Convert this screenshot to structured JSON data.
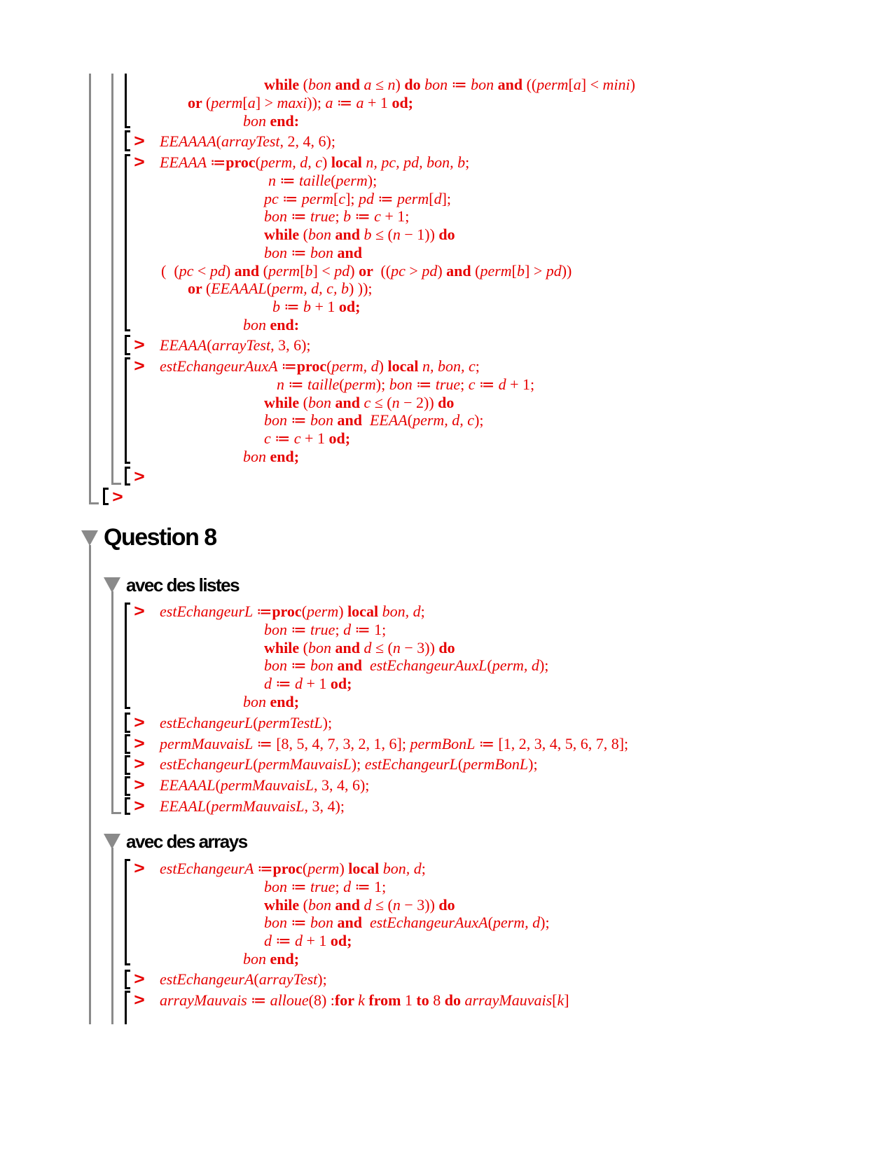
{
  "prompt": ">",
  "section1": {
    "lines": [
      [
        [
          "b",
          "while"
        ],
        [
          "r",
          " ("
        ],
        [
          "i",
          "bon"
        ],
        [
          "b",
          " and "
        ],
        [
          "i",
          "a"
        ],
        [
          "r",
          " ≤ "
        ],
        [
          "i",
          "n"
        ],
        [
          "r",
          ") "
        ],
        [
          "b",
          "do "
        ],
        [
          "i",
          "bon"
        ],
        [
          "r",
          " ≔ "
        ],
        [
          "i",
          "bon"
        ],
        [
          "b",
          " and "
        ],
        [
          "r",
          "(("
        ],
        [
          "i",
          "perm"
        ],
        [
          "r",
          "["
        ],
        [
          "i",
          "a"
        ],
        [
          "r",
          "] < "
        ],
        [
          "i",
          "mini"
        ],
        [
          "r",
          ")"
        ]
      ],
      [
        [
          "b",
          "or "
        ],
        [
          "r",
          "("
        ],
        [
          "i",
          "perm"
        ],
        [
          "r",
          "["
        ],
        [
          "i",
          "a"
        ],
        [
          "r",
          "] > "
        ],
        [
          "i",
          "maxi"
        ],
        [
          "r",
          "));"
        ],
        [
          "i",
          " a"
        ],
        [
          "r",
          " ≔ "
        ],
        [
          "i",
          "a"
        ],
        [
          "r",
          " + 1 "
        ],
        [
          "b",
          "od;"
        ]
      ],
      [
        [
          "i",
          "bon "
        ],
        [
          "b",
          "end:"
        ]
      ],
      [
        [
          "i",
          "EEAAAA"
        ],
        [
          "r",
          "("
        ],
        [
          "i",
          "arrayTest"
        ],
        [
          "r",
          ", 2, 4, 6);"
        ]
      ],
      [
        [
          "i",
          "EEAAA "
        ],
        [
          "r",
          "≔"
        ],
        [
          "b",
          "proc"
        ],
        [
          "r",
          "("
        ],
        [
          "i",
          "perm, d, c"
        ],
        [
          "r",
          ") "
        ],
        [
          "b",
          "local "
        ],
        [
          "i",
          "n, pc, pd, bon, b"
        ],
        [
          "r",
          ";"
        ]
      ],
      [
        [
          "i",
          "n"
        ],
        [
          "r",
          " ≔ "
        ],
        [
          "i",
          "taille"
        ],
        [
          "r",
          "("
        ],
        [
          "i",
          "perm"
        ],
        [
          "r",
          ");"
        ]
      ],
      [
        [
          "i",
          "pc"
        ],
        [
          "r",
          " ≔ "
        ],
        [
          "i",
          "perm"
        ],
        [
          "r",
          "["
        ],
        [
          "i",
          "c"
        ],
        [
          "r",
          "]; "
        ],
        [
          "i",
          "pd"
        ],
        [
          "r",
          " ≔ "
        ],
        [
          "i",
          "perm"
        ],
        [
          "r",
          "["
        ],
        [
          "i",
          "d"
        ],
        [
          "r",
          "];"
        ]
      ],
      [
        [
          "i",
          "bon"
        ],
        [
          "r",
          " ≔ "
        ],
        [
          "i",
          "true"
        ],
        [
          "r",
          "; "
        ],
        [
          "i",
          "b"
        ],
        [
          "r",
          " ≔ "
        ],
        [
          "i",
          "c"
        ],
        [
          "r",
          " + 1;"
        ]
      ],
      [
        [
          "b",
          "while"
        ],
        [
          "r",
          " ("
        ],
        [
          "i",
          "bon"
        ],
        [
          "b",
          " and "
        ],
        [
          "i",
          "b"
        ],
        [
          "r",
          " ≤ ("
        ],
        [
          "i",
          "n"
        ],
        [
          "r",
          " − 1)) "
        ],
        [
          "b",
          "do"
        ]
      ],
      [
        [
          "i",
          "bon"
        ],
        [
          "r",
          " ≔ "
        ],
        [
          "i",
          "bon"
        ],
        [
          "b",
          " and"
        ]
      ],
      [
        [
          "r",
          "(  ("
        ],
        [
          "i",
          "pc"
        ],
        [
          "r",
          " < "
        ],
        [
          "i",
          "pd"
        ],
        [
          "r",
          ") "
        ],
        [
          "b",
          "and "
        ],
        [
          "r",
          "("
        ],
        [
          "i",
          "perm"
        ],
        [
          "r",
          "["
        ],
        [
          "i",
          "b"
        ],
        [
          "r",
          "] < "
        ],
        [
          "i",
          "pd"
        ],
        [
          "r",
          ") "
        ],
        [
          "b",
          "or "
        ],
        [
          "r",
          " (("
        ],
        [
          "i",
          "pc"
        ],
        [
          "r",
          " > "
        ],
        [
          "i",
          "pd"
        ],
        [
          "r",
          ") "
        ],
        [
          "b",
          "and "
        ],
        [
          "r",
          "("
        ],
        [
          "i",
          "perm"
        ],
        [
          "r",
          "["
        ],
        [
          "i",
          "b"
        ],
        [
          "r",
          "] > "
        ],
        [
          "i",
          "pd"
        ],
        [
          "r",
          "))"
        ]
      ],
      [
        [
          "b",
          "or "
        ],
        [
          "r",
          "("
        ],
        [
          "i",
          "EEAAAL"
        ],
        [
          "r",
          "("
        ],
        [
          "i",
          "perm, d, c, b"
        ],
        [
          "r",
          ") ));"
        ]
      ],
      [
        [
          "i",
          "b"
        ],
        [
          "r",
          " ≔ "
        ],
        [
          "i",
          "b"
        ],
        [
          "r",
          " + 1 "
        ],
        [
          "b",
          "od;"
        ]
      ],
      [
        [
          "i",
          "bon "
        ],
        [
          "b",
          "end:"
        ]
      ],
      [
        [
          "i",
          "EEAAA"
        ],
        [
          "r",
          "("
        ],
        [
          "i",
          "arrayTest"
        ],
        [
          "r",
          ", 3, 6);"
        ]
      ],
      [
        [
          "i",
          "estEchangeurAuxA "
        ],
        [
          "r",
          "≔"
        ],
        [
          "b",
          "proc"
        ],
        [
          "r",
          "("
        ],
        [
          "i",
          "perm, d"
        ],
        [
          "r",
          ") "
        ],
        [
          "b",
          "local "
        ],
        [
          "i",
          "n, bon, c"
        ],
        [
          "r",
          ";"
        ]
      ],
      [
        [
          "i",
          "n"
        ],
        [
          "r",
          " ≔ "
        ],
        [
          "i",
          "taille"
        ],
        [
          "r",
          "("
        ],
        [
          "i",
          "perm"
        ],
        [
          "r",
          "); "
        ],
        [
          "i",
          "bon"
        ],
        [
          "r",
          " ≔ "
        ],
        [
          "i",
          "true"
        ],
        [
          "r",
          "; "
        ],
        [
          "i",
          "c"
        ],
        [
          "r",
          " ≔ "
        ],
        [
          "i",
          "d"
        ],
        [
          "r",
          " + 1;"
        ]
      ],
      [
        [
          "b",
          "while"
        ],
        [
          "r",
          " ("
        ],
        [
          "i",
          "bon"
        ],
        [
          "b",
          " and "
        ],
        [
          "i",
          "c"
        ],
        [
          "r",
          " ≤ ("
        ],
        [
          "i",
          "n"
        ],
        [
          "r",
          " − 2)) "
        ],
        [
          "b",
          "do"
        ]
      ],
      [
        [
          "i",
          "bon"
        ],
        [
          "r",
          " ≔ "
        ],
        [
          "i",
          "bon"
        ],
        [
          "b",
          " and  "
        ],
        [
          "i",
          "EEAA"
        ],
        [
          "r",
          "("
        ],
        [
          "i",
          "perm, d, c"
        ],
        [
          "r",
          ");"
        ]
      ],
      [
        [
          "i",
          "c"
        ],
        [
          "r",
          " ≔ "
        ],
        [
          "i",
          "c"
        ],
        [
          "r",
          " + 1 "
        ],
        [
          "b",
          "od;"
        ]
      ],
      [
        [
          "i",
          "bon "
        ],
        [
          "b",
          "end;"
        ]
      ]
    ]
  },
  "question8": {
    "title": "Question 8",
    "listes": {
      "title": "avec des listes",
      "lines": [
        [
          [
            "i",
            "estEchangeurL "
          ],
          [
            "r",
            "≔"
          ],
          [
            "b",
            "proc"
          ],
          [
            "r",
            "("
          ],
          [
            "i",
            "perm"
          ],
          [
            "r",
            ") "
          ],
          [
            "b",
            "local "
          ],
          [
            "i",
            "bon, d"
          ],
          [
            "r",
            ";"
          ]
        ],
        [
          [
            "i",
            "bon"
          ],
          [
            "r",
            " ≔ "
          ],
          [
            "i",
            "true"
          ],
          [
            "r",
            "; "
          ],
          [
            "i",
            "d"
          ],
          [
            "r",
            " ≔ 1;"
          ]
        ],
        [
          [
            "b",
            "while"
          ],
          [
            "r",
            " ("
          ],
          [
            "i",
            "bon"
          ],
          [
            "b",
            " and "
          ],
          [
            "i",
            "d"
          ],
          [
            "r",
            " ≤ ("
          ],
          [
            "i",
            "n"
          ],
          [
            "r",
            " − 3)) "
          ],
          [
            "b",
            "do"
          ]
        ],
        [
          [
            "i",
            "bon"
          ],
          [
            "r",
            " ≔ "
          ],
          [
            "i",
            "bon"
          ],
          [
            "b",
            " and  "
          ],
          [
            "i",
            "estEchangeurAuxL"
          ],
          [
            "r",
            "("
          ],
          [
            "i",
            "perm, d"
          ],
          [
            "r",
            ");"
          ]
        ],
        [
          [
            "i",
            "d"
          ],
          [
            "r",
            " ≔ "
          ],
          [
            "i",
            "d"
          ],
          [
            "r",
            " + 1 "
          ],
          [
            "b",
            "od;"
          ]
        ],
        [
          [
            "i",
            "bon "
          ],
          [
            "b",
            "end;"
          ]
        ],
        [
          [
            "i",
            "estEchangeurL"
          ],
          [
            "r",
            "("
          ],
          [
            "i",
            "permTestL"
          ],
          [
            "r",
            ");"
          ]
        ],
        [
          [
            "i",
            "permMauvaisL"
          ],
          [
            "r",
            " ≔ [8, 5, 4, 7, 3, 2, 1, 6]; "
          ],
          [
            "i",
            "permBonL"
          ],
          [
            "r",
            " ≔ [1, 2, 3, 4, 5, 6, 7, 8];"
          ]
        ],
        [
          [
            "i",
            "estEchangeurL"
          ],
          [
            "r",
            "("
          ],
          [
            "i",
            "permMauvaisL"
          ],
          [
            "r",
            "); "
          ],
          [
            "i",
            "estEchangeurL"
          ],
          [
            "r",
            "("
          ],
          [
            "i",
            "permBonL"
          ],
          [
            "r",
            ");"
          ]
        ],
        [
          [
            "i",
            "EEAAAL"
          ],
          [
            "r",
            "("
          ],
          [
            "i",
            "permMauvaisL"
          ],
          [
            "r",
            ", 3, 4, 6);"
          ]
        ],
        [
          [
            "i",
            "EEAAL"
          ],
          [
            "r",
            "("
          ],
          [
            "i",
            "permMauvaisL"
          ],
          [
            "r",
            ", 3, 4);"
          ]
        ]
      ]
    },
    "arrays": {
      "title": "avec des arrays",
      "lines": [
        [
          [
            "i",
            "estEchangeurA "
          ],
          [
            "r",
            "≔"
          ],
          [
            "b",
            "proc"
          ],
          [
            "r",
            "("
          ],
          [
            "i",
            "perm"
          ],
          [
            "r",
            ") "
          ],
          [
            "b",
            "local "
          ],
          [
            "i",
            "bon, d"
          ],
          [
            "r",
            ";"
          ]
        ],
        [
          [
            "i",
            "bon"
          ],
          [
            "r",
            " ≔ "
          ],
          [
            "i",
            "true"
          ],
          [
            "r",
            "; "
          ],
          [
            "i",
            "d"
          ],
          [
            "r",
            " ≔ 1;"
          ]
        ],
        [
          [
            "b",
            "while"
          ],
          [
            "r",
            " ("
          ],
          [
            "i",
            "bon"
          ],
          [
            "b",
            " and "
          ],
          [
            "i",
            "d"
          ],
          [
            "r",
            " ≤ ("
          ],
          [
            "i",
            "n"
          ],
          [
            "r",
            " − 3)) "
          ],
          [
            "b",
            "do"
          ]
        ],
        [
          [
            "i",
            "bon"
          ],
          [
            "r",
            " ≔ "
          ],
          [
            "i",
            "bon"
          ],
          [
            "b",
            " and  "
          ],
          [
            "i",
            "estEchangeurAuxA"
          ],
          [
            "r",
            "("
          ],
          [
            "i",
            "perm, d"
          ],
          [
            "r",
            ");"
          ]
        ],
        [
          [
            "i",
            "d"
          ],
          [
            "r",
            " ≔ "
          ],
          [
            "i",
            "d"
          ],
          [
            "r",
            " + 1 "
          ],
          [
            "b",
            "od;"
          ]
        ],
        [
          [
            "i",
            "bon "
          ],
          [
            "b",
            "end;"
          ]
        ],
        [
          [
            "i",
            "estEchangeurA"
          ],
          [
            "r",
            "("
          ],
          [
            "i",
            "arrayTest"
          ],
          [
            "r",
            ");"
          ]
        ],
        [
          [
            "i",
            "arrayMauvais"
          ],
          [
            "r",
            " ≔ "
          ],
          [
            "i",
            "alloue"
          ],
          [
            "r",
            "(8) :"
          ],
          [
            "b",
            "for "
          ],
          [
            "i",
            "k "
          ],
          [
            "b",
            "from "
          ],
          [
            "r",
            "1 "
          ],
          [
            "b",
            "to "
          ],
          [
            "r",
            "8 "
          ],
          [
            "b",
            "do "
          ],
          [
            "i",
            "arrayMauvais"
          ],
          [
            "r",
            "["
          ],
          [
            "i",
            "k"
          ],
          [
            "r",
            "]"
          ]
        ]
      ]
    }
  }
}
